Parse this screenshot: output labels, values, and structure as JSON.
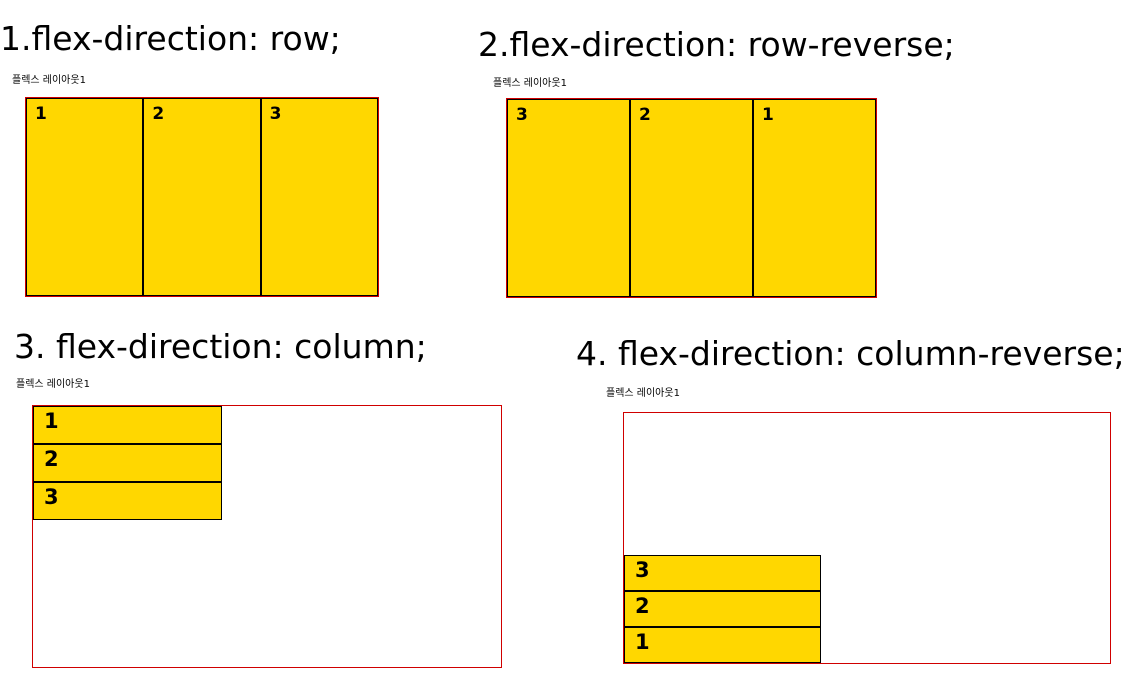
{
  "colors": {
    "item_fill": "#ffd700",
    "item_border": "#000000",
    "container_border": "#d00000",
    "background": "#ffffff"
  },
  "demos": [
    {
      "title": "1.flex-direction: row;",
      "caption": "플렉스 레이아웃1",
      "direction": "row",
      "items": [
        "1",
        "2",
        "3"
      ]
    },
    {
      "title": "2.flex-direction: row-reverse;",
      "caption": "플렉스 레이아웃1",
      "direction": "row-reverse",
      "items": [
        "1",
        "2",
        "3"
      ]
    },
    {
      "title": "3. flex-direction: column;",
      "caption": "플렉스 레이아웃1",
      "direction": "column",
      "items": [
        "1",
        "2",
        "3"
      ]
    },
    {
      "title": "4. flex-direction: column-reverse;",
      "caption": "플렉스 레이아웃1",
      "direction": "column-reverse",
      "items": [
        "1",
        "2",
        "3"
      ]
    }
  ]
}
